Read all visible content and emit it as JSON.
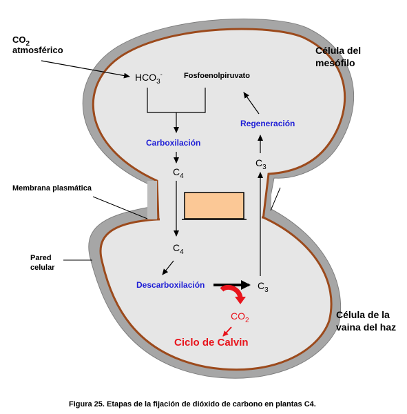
{
  "labels": {
    "co2_atm_line1": "CO",
    "co2_atm_sub": "2",
    "co2_atm_line2": "atmosférico",
    "hco3_main": "HCO",
    "hco3_sub": "3",
    "hco3_sup": "-",
    "pep": "Fosfoenolpiruvato",
    "carboxilacion": "Carboxilación",
    "c4_top_main": "C",
    "c4_top_sub": "4",
    "c4_bottom_main": "C",
    "c4_bottom_sub": "4",
    "c3_top_main": "C",
    "c3_top_sub": "3",
    "c3_bottom_main": "C",
    "c3_bottom_sub": "3",
    "regeneracion": "Regeneración",
    "descarboxilacion": "Descarboxilación",
    "co2_red_main": "CO",
    "co2_red_sub": "2",
    "calvin": "Ciclo de Calvin",
    "membrana": "Membrana plasmática",
    "pared_line1": "Pared",
    "pared_line2": "celular",
    "mesofilo_line1": "Célula del",
    "mesofilo_line2": "mesófilo",
    "vaina_line1": "Célula de la",
    "vaina_line2": "vaina del haz"
  },
  "caption": "Figura 25. Etapas de la fijación de dióxido de carbono en plantas C4.",
  "colors": {
    "cell_wall": "#a6a6a6",
    "membrane": "#9c4a1c",
    "cytoplasm": "#e6e6e6",
    "plasmodesma_box": "#fbc896",
    "process_text": "#1f1fd6",
    "calvin": "#e8141c"
  }
}
